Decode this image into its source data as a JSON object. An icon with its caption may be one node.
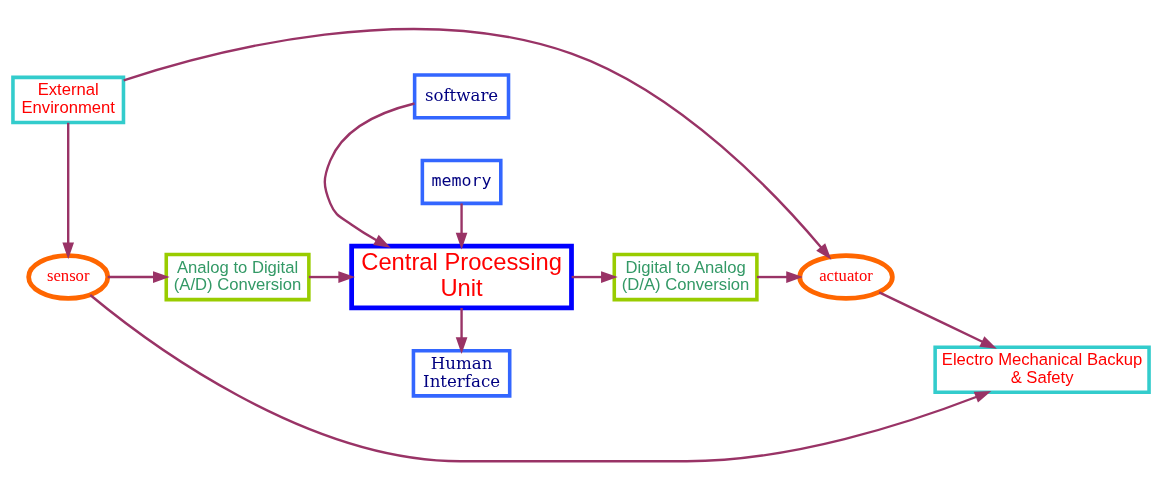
{
  "diagram": {
    "nodes": [
      {
        "text": [
          "Human Interface"
        ]
      },
      {
        "text": [
          "software"
        ]
      },
      {
        "text": [
          "memory"
        ]
      },
      {
        "text": [
          "Analog to Digital (A/D) Conversion"
        ]
      },
      {
        "text": [
          "Central Processing Unit"
        ]
      },
      {
        "text": [
          "Digital to Analog (D/A) Conversion"
        ]
      },
      {
        "text": [
          "sensor"
        ]
      },
      {
        "text": [
          "actuator"
        ]
      },
      {
        "text": [
          "Electro Mechanical Backup & Safety"
        ]
      },
      {
        "text": [
          "External Environment"
        ]
      }
    ],
    "edges": [
      {
        "from": 4,
        "to": 0,
        "arrow": "to"
      },
      {
        "from": 1,
        "to": 4,
        "arrow": "to"
      },
      {
        "from": 2,
        "to": 4,
        "arrow": "to"
      },
      {
        "from": 6,
        "to": 3,
        "arrow": "to"
      },
      {
        "from": 3,
        "to": 4,
        "arrow": "to"
      },
      {
        "from": 4,
        "to": 5,
        "arrow": "to"
      },
      {
        "from": 5,
        "to": 7,
        "arrow": "to"
      },
      {
        "from": 6,
        "to": 8,
        "arrow": "to"
      },
      {
        "from": 7,
        "to": 8,
        "arrow": "to"
      },
      {
        "from": 9,
        "to": 6,
        "arrow": "to"
      },
      {
        "from": 9,
        "to": 7,
        "arrow": "to"
      }
    ]
  }
}
